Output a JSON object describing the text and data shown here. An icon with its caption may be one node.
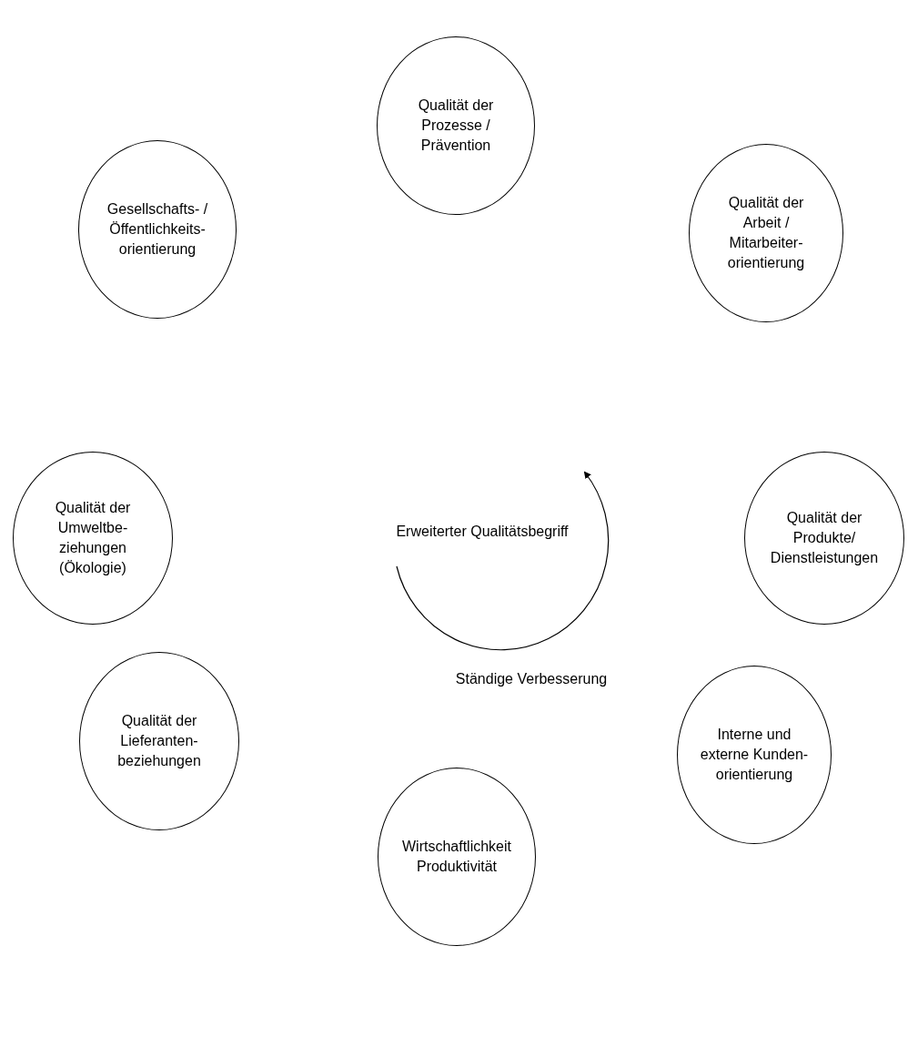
{
  "diagram": {
    "nodes": [
      {
        "text": [
          "Qualität der Prozesse / Prävention"
        ]
      },
      {
        "text": [
          "Gesellschafts- / Öffentlichkeits- orientierung"
        ]
      },
      {
        "text": [
          "Qualität der Arbeit / Mitarbeiter- orientierung"
        ]
      },
      {
        "text": [
          "Qualität der Umweltbe- ziehungen (Ökologie)"
        ]
      },
      {
        "text": [
          "Qualität der Produkte/ Dienstleistungen"
        ]
      },
      {
        "text": [
          "Qualität der Lieferanten- beziehungen"
        ]
      },
      {
        "text": [
          "Interne und externe Kunden- orientierung"
        ]
      },
      {
        "text": [
          "Wirtschaftlichkeit Produktivität"
        ]
      }
    ],
    "labels": [
      "Erweiterter Qualitätsbegriff",
      "Ständige Verbesserung"
    ]
  }
}
